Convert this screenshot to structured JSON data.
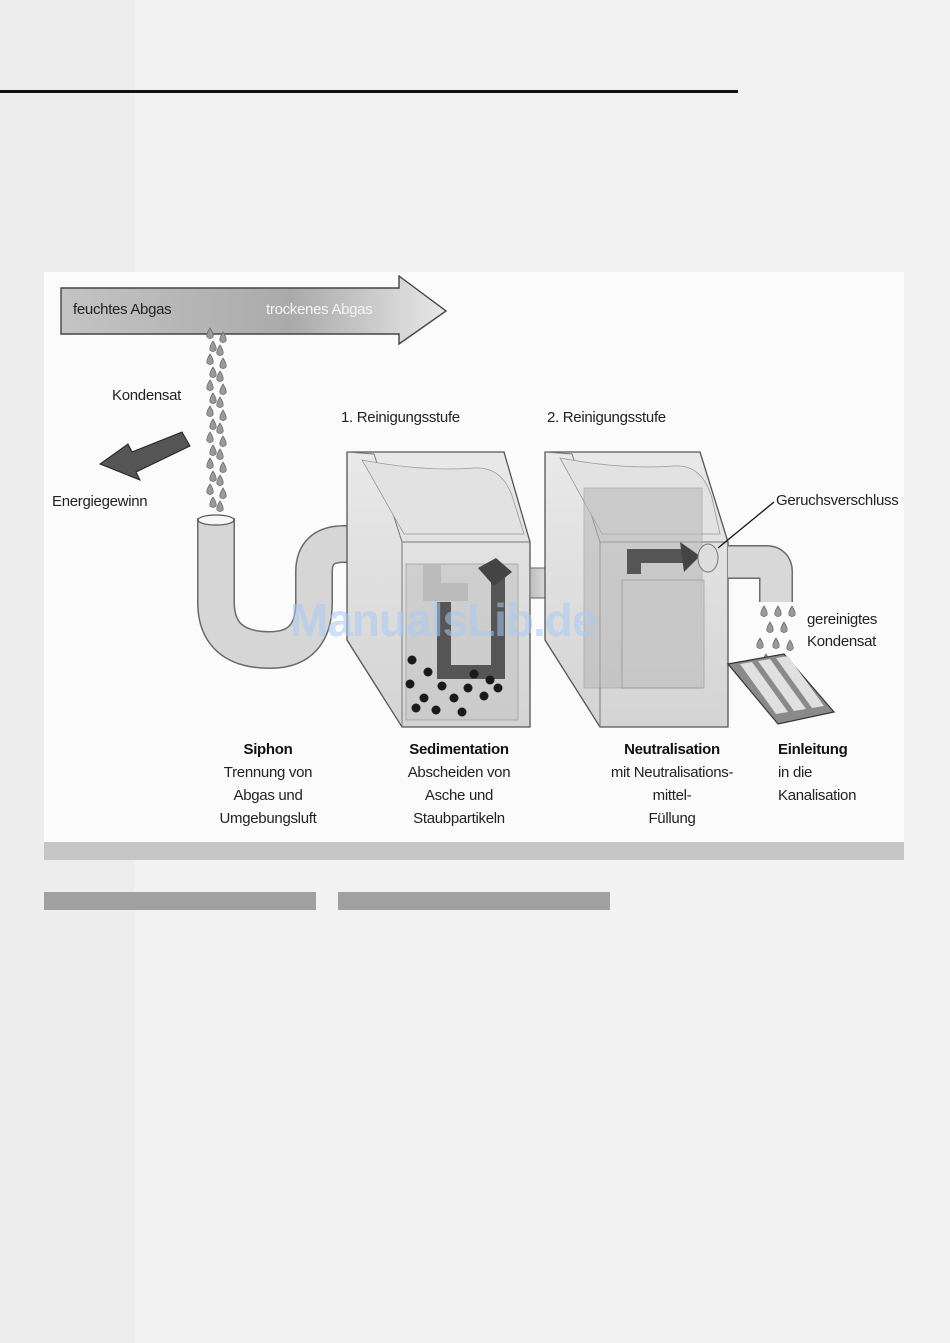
{
  "diagram": {
    "arrow_label_moist": "feuchtes Abgas",
    "arrow_label_dry": "trockenes Abgas",
    "condensate_label": "Kondensat",
    "energy_label": "Energiegewinn",
    "stage1_label": "1. Reinigungsstufe",
    "stage2_label": "2. Reinigungsstufe",
    "odor_trap_label": "Geruchsverschluss",
    "cleaned_line1": "gereinigtes",
    "cleaned_line2": "Kondensat"
  },
  "steps": [
    {
      "title": "Siphon",
      "lines": [
        "Trennung von",
        "Abgas und",
        "Umgebungsluft"
      ]
    },
    {
      "title": "Sedimentation",
      "lines": [
        "Abscheiden von",
        "Asche und",
        "Staubpartikeln"
      ]
    },
    {
      "title": "Neutralisation",
      "lines": [
        "mit Neutralisations-",
        "mittel-",
        "Füllung"
      ]
    },
    {
      "title": "Einleitung",
      "lines": [
        "in die",
        "Kanalisation"
      ]
    }
  ],
  "watermark": "ManualsLib.de",
  "colors": {
    "page": "#f2f2f2",
    "figure_bg": "#fbfbfb",
    "caption_bar": "#c6c6c6",
    "column_bar": "#a0a0a0",
    "pipe": "#d0d0d0",
    "dark_arrow": "#555555",
    "watermark": "#aac8f5"
  }
}
